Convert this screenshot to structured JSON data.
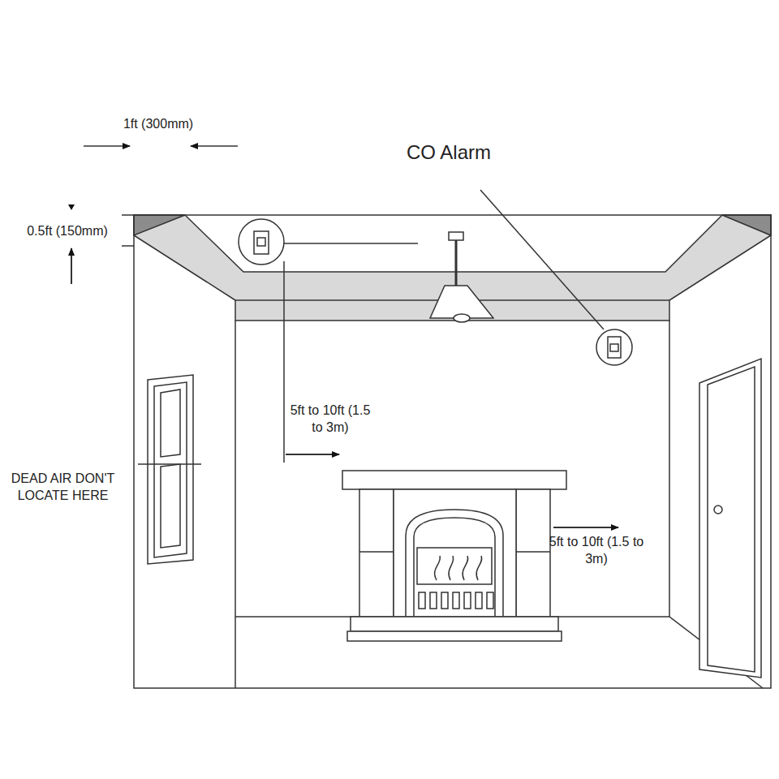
{
  "diagram": {
    "labels": [
      "1ft (300mm)",
      "0.5ft (150mm)",
      "CO Alarm",
      "5ft to 10ft (1.5 to 3m)",
      "5ft to 10ft (1.5 to 3m)",
      "DEAD AIR DON'T LOCATE HERE"
    ]
  }
}
